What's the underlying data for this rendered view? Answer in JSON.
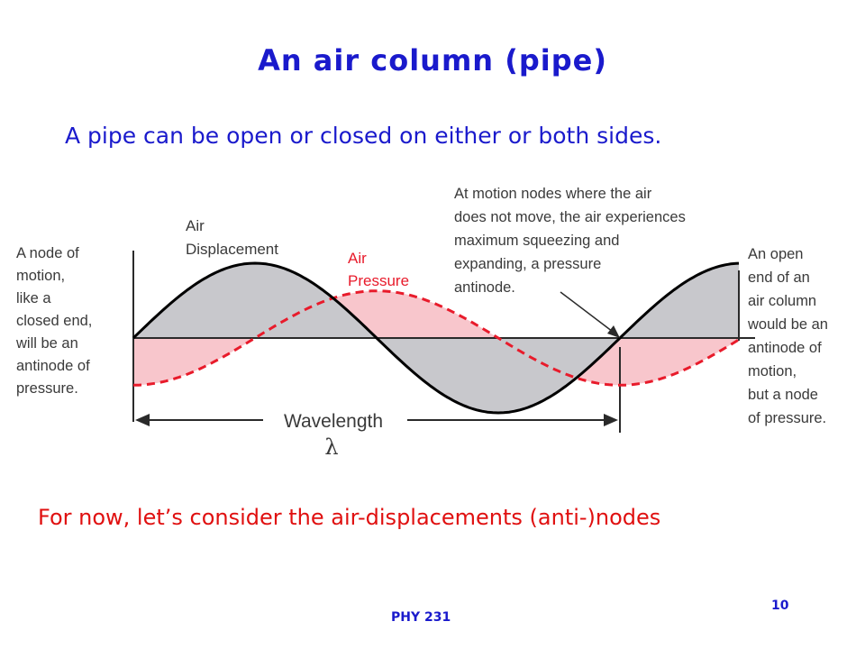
{
  "slide": {
    "title": "An air column (pipe)",
    "subtitle": "A pipe can be open or closed on either or both sides.",
    "note": "For now, let’s consider the air-displacements (anti-)nodes",
    "course": "PHY 231",
    "page_number": "10"
  },
  "diagram": {
    "label_displacement": [
      "Air",
      "Displacement"
    ],
    "label_pressure": [
      "Air",
      "Pressure"
    ],
    "label_wavelength": "Wavelength",
    "label_lambda": "λ",
    "left_note": [
      "A node of",
      "motion,",
      "like a",
      "closed end,",
      "will be an",
      "antinode of",
      "pressure."
    ],
    "top_note": [
      "At motion nodes where the air",
      "does not move, the air experiences",
      "maximum squeezing and",
      "expanding, a pressure",
      "antinode."
    ],
    "right_note": [
      "An open",
      "end of an",
      "air column",
      "would be an",
      "antinode of",
      "motion,",
      "but a node",
      "of pressure."
    ],
    "colors": {
      "displacement_curve": "#000000",
      "displacement_fill": "#c8c8cc",
      "pressure_curve": "#e81b2b",
      "pressure_fill": "#f8c6cc",
      "pressure_label": "#e81b2b",
      "annotation_text": "#3a3a3a"
    }
  }
}
